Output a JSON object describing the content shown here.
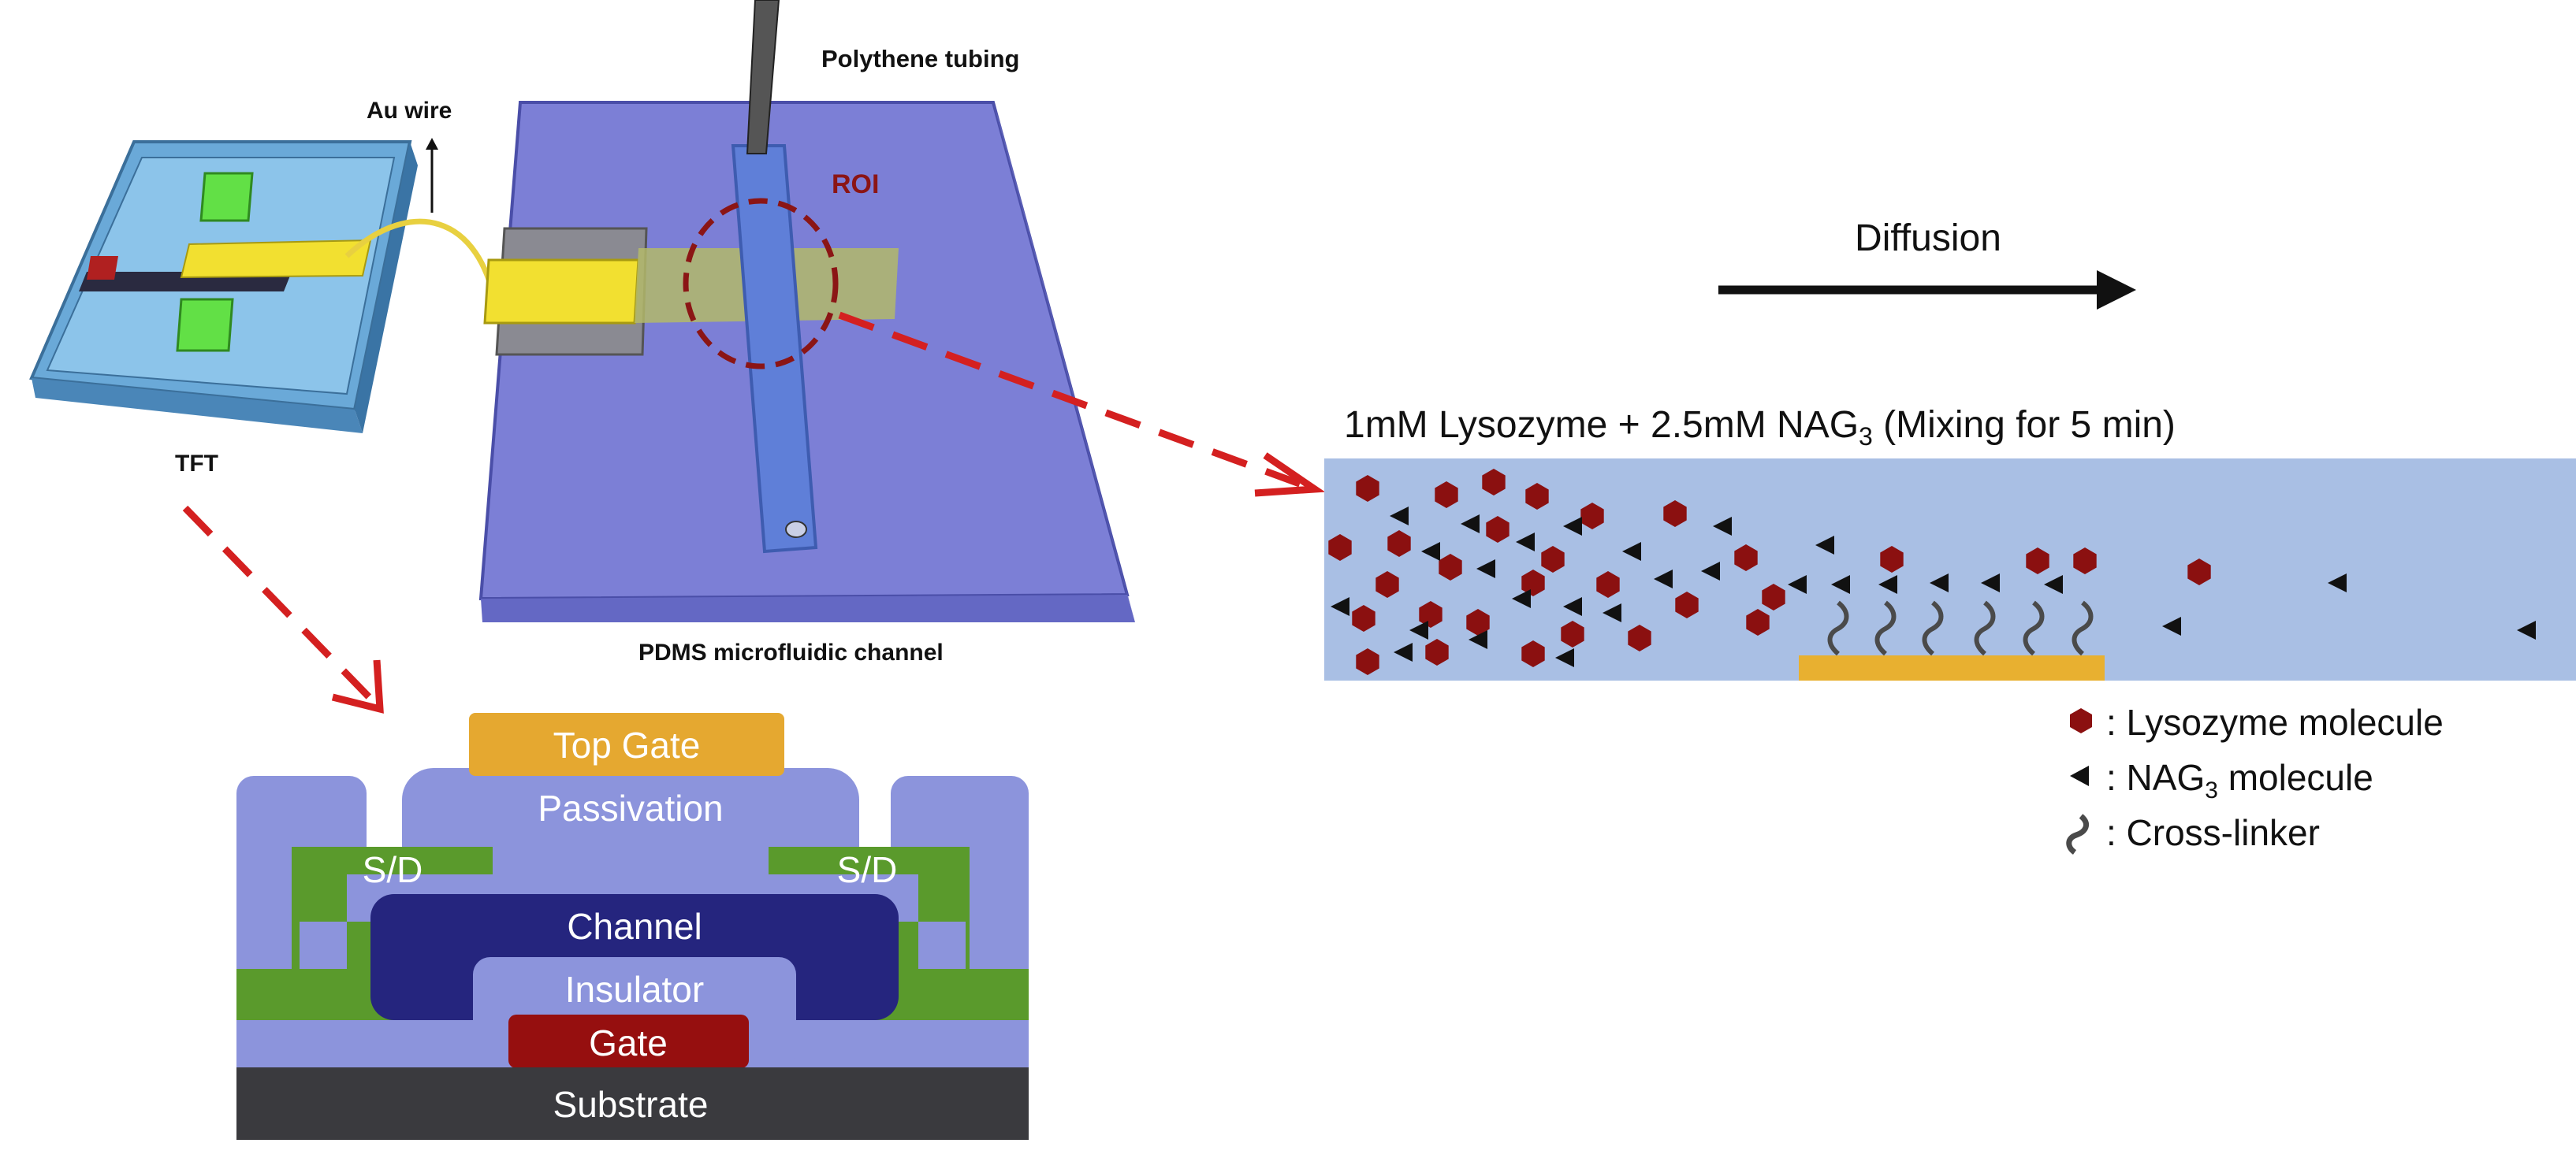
{
  "labels": {
    "polythene_tubing": "Polythene tubing",
    "au_wire": "Au wire",
    "roi": "ROI",
    "tft": "TFT",
    "pdms_channel": "PDMS microfluidic channel",
    "diffusion": "Diffusion",
    "mixing_title_prefix": "1mM Lysozyme + 2.5mM NAG",
    "mixing_title_sub": "3",
    "mixing_title_suffix": " (Mixing for 5 min)"
  },
  "layers": {
    "top_gate": "Top Gate",
    "passivation": "Passivation",
    "sd_left": "S/D",
    "sd_right": "S/D",
    "channel": "Channel",
    "insulator": "Insulator",
    "gate": "Gate",
    "substrate": "Substrate"
  },
  "legend": {
    "lysozyme": ": Lysozyme molecule",
    "nag3_prefix": ": NAG",
    "nag3_sub": "3",
    "nag3_suffix": " molecule",
    "crosslinker": ": Cross-linker"
  },
  "colors": {
    "lysozyme": "#8b1010",
    "nag3": "#111111",
    "crosslinker": "#4a4a4a",
    "channel_strip": "#a9bfe4",
    "sensor_pad": "#e8b030",
    "arrow_dashed": "#d42020",
    "pdms": "#7c7fd6",
    "top_gate": "#e5a830",
    "passivation": "#8c94dc",
    "source_drain": "#5a9a2c",
    "channel_layer": "#25257e",
    "gate_layer": "#960f0f",
    "substrate_layer": "#3a3a3e"
  }
}
